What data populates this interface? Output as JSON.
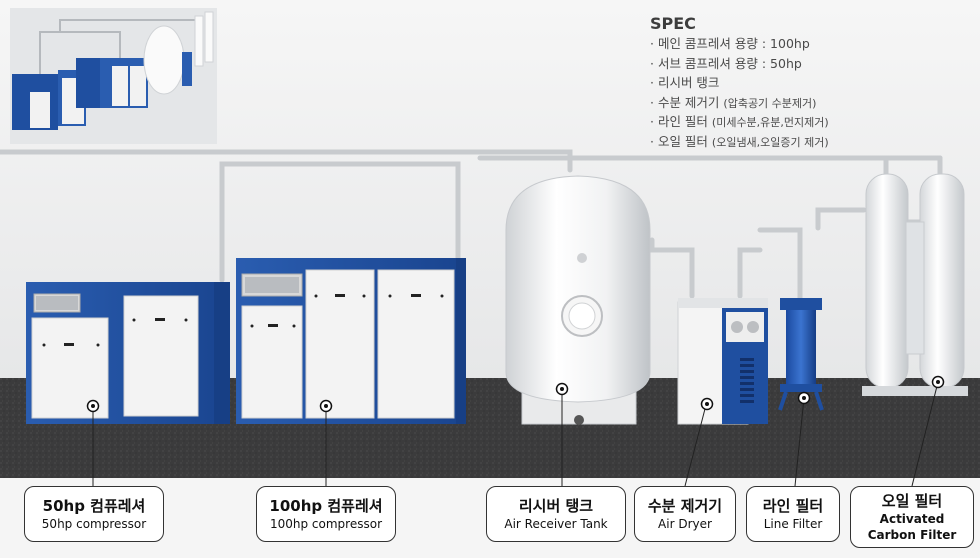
{
  "spec": {
    "title": "SPEC",
    "lines": [
      {
        "main": "· 메인 콤프레셔 용량 : 100hp",
        "note": ""
      },
      {
        "main": "· 서브 콤프레셔 용량 :   50hp",
        "note": ""
      },
      {
        "main": "· 리시버 탱크",
        "note": ""
      },
      {
        "main": "· 수분 제거기 ",
        "note": "(압축공기 수분제거)"
      },
      {
        "main": "· 라인 필터 ",
        "note": "(미세수분,유분,먼지제거)"
      },
      {
        "main": "· 오일 필터 ",
        "note": "(오일냄새,오일증기 제거)"
      }
    ]
  },
  "labels": {
    "comp50": {
      "ko": "50hp 컴퓨레셔",
      "en": "50hp compressor"
    },
    "comp100": {
      "ko": "100hp 컴퓨레셔",
      "en": "100hp compressor"
    },
    "receiver": {
      "ko": "리시버 탱크",
      "en": "Air Receiver Tank"
    },
    "dryer": {
      "ko": "수분 제거기",
      "en": "Air Dryer"
    },
    "line_filter": {
      "ko": "라인 필터",
      "en": "Line Filter"
    },
    "oil_filter": {
      "ko": "오일 필터",
      "en_line1": "Activated",
      "en_line2": "Carbon Filter"
    }
  },
  "colors": {
    "compressor_blue": "#1f4fa0",
    "floor": "#3a3a3b",
    "pipe": "#c8cbce",
    "panel_white": "#f4f4f4"
  }
}
